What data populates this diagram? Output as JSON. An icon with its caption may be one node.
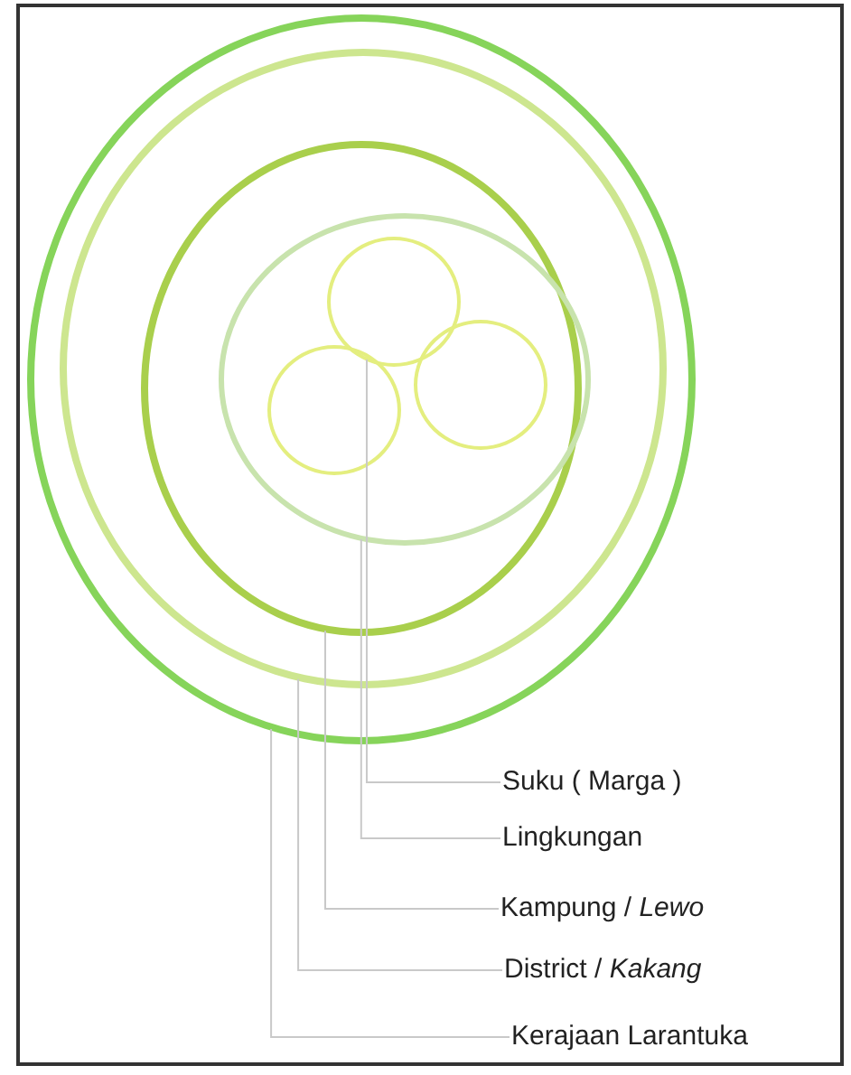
{
  "diagram": {
    "nodes": [
      {
        "text": [],
        "shape": "circle"
      },
      {
        "text": [],
        "shape": "circle",
        "in": 0
      },
      {
        "text": [],
        "shape": "circle",
        "in": 1
      },
      {
        "text": [],
        "shape": "circle",
        "in": 2
      },
      {
        "text": [],
        "shape": "circle",
        "in": 3
      },
      {
        "text": [],
        "shape": "circle",
        "in": 3
      },
      {
        "text": [],
        "shape": "circle",
        "in": 3
      },
      {
        "text": [
          "Suku ( Marga )"
        ]
      },
      {
        "text": [
          "Lingkungan"
        ]
      },
      {
        "text": [
          "Kampung / *Lewo*"
        ]
      },
      {
        "text": [
          "District / *Kakang*"
        ]
      },
      {
        "text": [
          "Kerajaan Larantuka"
        ]
      }
    ],
    "edges": [
      {
        "from": 7,
        "to": 4,
        "arrow": "none"
      },
      {
        "from": 8,
        "to": 3,
        "arrow": "none"
      },
      {
        "from": 9,
        "to": 2,
        "arrow": "none"
      },
      {
        "from": 10,
        "to": 1,
        "arrow": "none"
      },
      {
        "from": 11,
        "to": 0,
        "arrow": "none"
      }
    ]
  }
}
